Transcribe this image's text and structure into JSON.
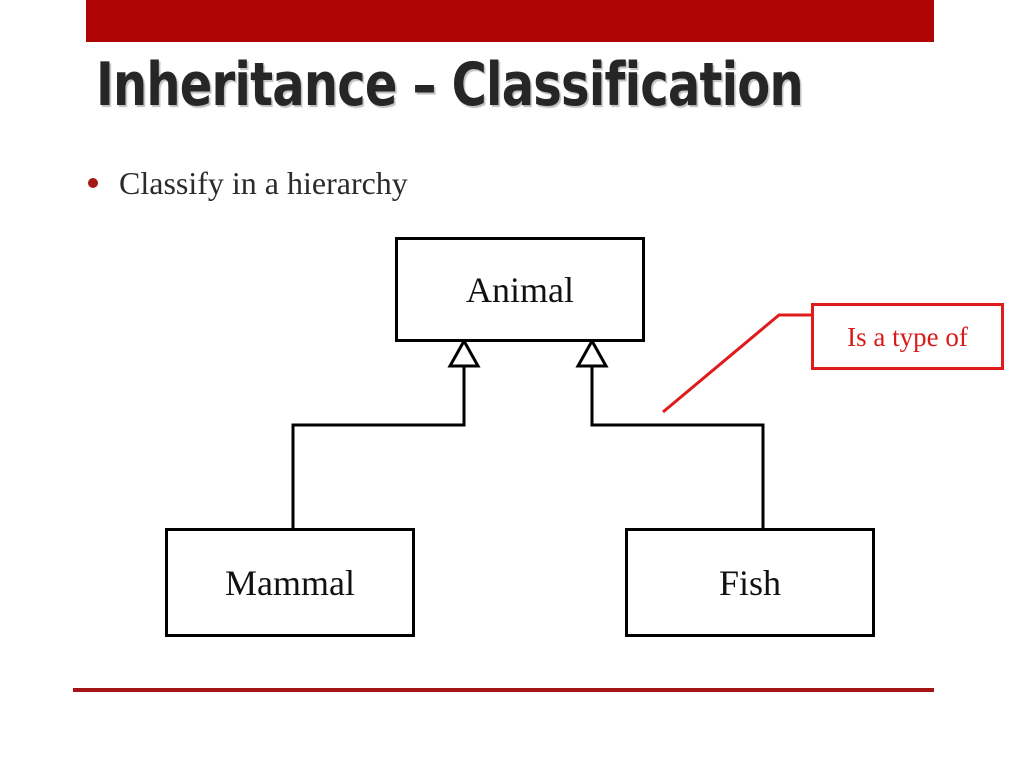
{
  "slide": {
    "title": "Inheritance – Classification",
    "bullet": "Classify in a hierarchy",
    "banner_color": "#b00505",
    "rule_color": "#a51414",
    "bullet_color": "#a51818"
  },
  "diagram": {
    "type": "uml-class-inheritance",
    "parent": {
      "label": "Animal"
    },
    "children": [
      {
        "label": "Mammal"
      },
      {
        "label": "Fish"
      }
    ],
    "relationship_symbol": "hollow-triangle-generalization",
    "annotation": {
      "label": "Is a type of",
      "color": "#d81c1c"
    }
  }
}
